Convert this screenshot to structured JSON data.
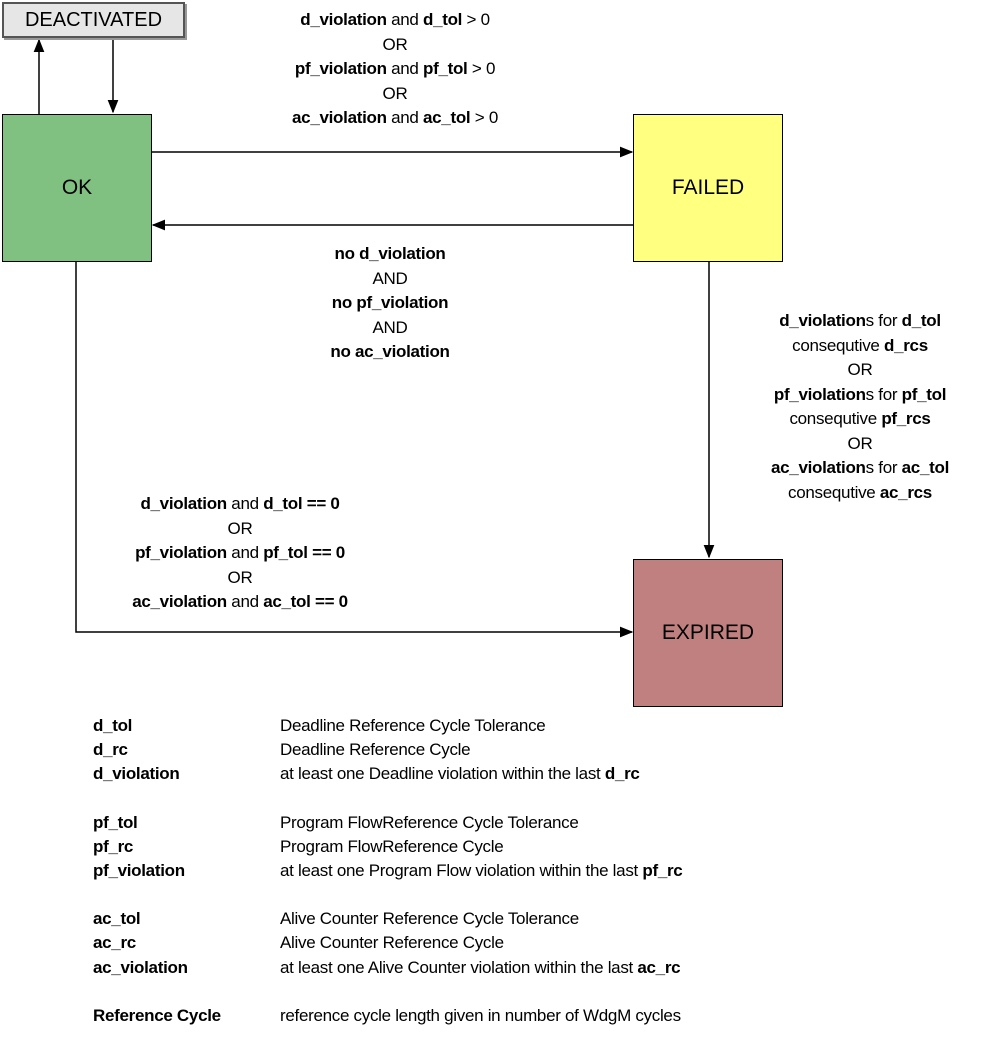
{
  "states": {
    "deactivated": {
      "label": "DEACTIVATED",
      "color": "#e6e6e6"
    },
    "ok": {
      "label": "OK",
      "color": "#80c080"
    },
    "failed": {
      "label": "FAILED",
      "color": "#ffff80"
    },
    "expired": {
      "label": "EXPIRED",
      "color": "#c08080"
    }
  },
  "transitions": {
    "ok_to_failed": [
      [
        {
          "text": "d_violation",
          "bold": true
        },
        {
          "text": " and ",
          "bold": false
        },
        {
          "text": "d_tol",
          "bold": true
        },
        {
          "text": " > 0",
          "bold": false
        }
      ],
      [
        {
          "text": "OR",
          "bold": false
        }
      ],
      [
        {
          "text": "pf_violation",
          "bold": true
        },
        {
          "text": " and ",
          "bold": false
        },
        {
          "text": "pf_tol",
          "bold": true
        },
        {
          "text": " > 0",
          "bold": false
        }
      ],
      [
        {
          "text": "OR",
          "bold": false
        }
      ],
      [
        {
          "text": "ac_violation",
          "bold": true
        },
        {
          "text": " and ",
          "bold": false
        },
        {
          "text": "ac_tol",
          "bold": true
        },
        {
          "text": " > 0",
          "bold": false
        }
      ]
    ],
    "failed_to_ok": [
      [
        {
          "text": "no d_violation",
          "bold": true
        }
      ],
      [
        {
          "text": "AND",
          "bold": false
        }
      ],
      [
        {
          "text": "no pf_violation",
          "bold": true
        }
      ],
      [
        {
          "text": "AND",
          "bold": false
        }
      ],
      [
        {
          "text": "no ac_violation",
          "bold": true
        }
      ]
    ],
    "failed_to_expired": [
      [
        {
          "text": "d_violation",
          "bold": true
        },
        {
          "text": "s for ",
          "bold": false
        },
        {
          "text": "d_tol",
          "bold": true
        }
      ],
      [
        {
          "text": "consequtive ",
          "bold": false
        },
        {
          "text": "d_rcs",
          "bold": true
        }
      ],
      [
        {
          "text": "OR",
          "bold": false
        }
      ],
      [
        {
          "text": "pf_violation",
          "bold": true
        },
        {
          "text": "s for ",
          "bold": false
        },
        {
          "text": "pf_tol",
          "bold": true
        }
      ],
      [
        {
          "text": "consequtive ",
          "bold": false
        },
        {
          "text": "pf_rcs",
          "bold": true
        }
      ],
      [
        {
          "text": "OR",
          "bold": false
        }
      ],
      [
        {
          "text": "ac_violation",
          "bold": true
        },
        {
          "text": "s for ",
          "bold": false
        },
        {
          "text": "ac_tol",
          "bold": true
        }
      ],
      [
        {
          "text": "consequtive ",
          "bold": false
        },
        {
          "text": "ac_rcs",
          "bold": true
        }
      ]
    ],
    "ok_to_expired": [
      [
        {
          "text": "d_violation",
          "bold": true
        },
        {
          "text": " and ",
          "bold": false
        },
        {
          "text": "d_tol",
          "bold": true
        },
        {
          "text": " == 0",
          "bold": true
        }
      ],
      [
        {
          "text": "OR",
          "bold": false
        }
      ],
      [
        {
          "text": "pf_violation",
          "bold": true
        },
        {
          "text": " and ",
          "bold": false
        },
        {
          "text": "pf_tol",
          "bold": true
        },
        {
          "text": " == 0",
          "bold": true
        }
      ],
      [
        {
          "text": "OR",
          "bold": false
        }
      ],
      [
        {
          "text": "ac_violation",
          "bold": true
        },
        {
          "text": " and ",
          "bold": false
        },
        {
          "text": "ac_tol",
          "bold": true
        },
        {
          "text": " == 0",
          "bold": true
        }
      ]
    ]
  },
  "legend": [
    [
      {
        "term": "d_tol",
        "desc": [
          {
            "text": "Deadline Reference Cycle Tolerance",
            "bold": false
          }
        ]
      },
      {
        "term": "d_rc",
        "desc": [
          {
            "text": "Deadline Reference Cycle",
            "bold": false
          }
        ]
      },
      {
        "term": "d_violation",
        "desc": [
          {
            "text": "at least one Deadline violation within the last ",
            "bold": false
          },
          {
            "text": "d_rc",
            "bold": true
          }
        ]
      }
    ],
    [
      {
        "term": "pf_tol",
        "desc": [
          {
            "text": "Program FlowReference Cycle Tolerance",
            "bold": false
          }
        ]
      },
      {
        "term": "pf_rc",
        "desc": [
          {
            "text": "Program FlowReference Cycle",
            "bold": false
          }
        ]
      },
      {
        "term": "pf_violation",
        "desc": [
          {
            "text": "at least one Program Flow violation within the last ",
            "bold": false
          },
          {
            "text": "pf_rc",
            "bold": true
          }
        ]
      }
    ],
    [
      {
        "term": "ac_tol",
        "desc": [
          {
            "text": "Alive Counter Reference Cycle Tolerance",
            "bold": false
          }
        ]
      },
      {
        "term": "ac_rc",
        "desc": [
          {
            "text": "Alive Counter Reference Cycle",
            "bold": false
          }
        ]
      },
      {
        "term": "ac_violation",
        "desc": [
          {
            "text": "at least one Alive Counter violation within the last ",
            "bold": false
          },
          {
            "text": "ac_rc",
            "bold": true
          }
        ]
      }
    ],
    [
      {
        "term": "Reference Cycle",
        "desc": [
          {
            "text": "reference cycle length given in number of WdgM cycles",
            "bold": false
          }
        ]
      }
    ]
  ]
}
